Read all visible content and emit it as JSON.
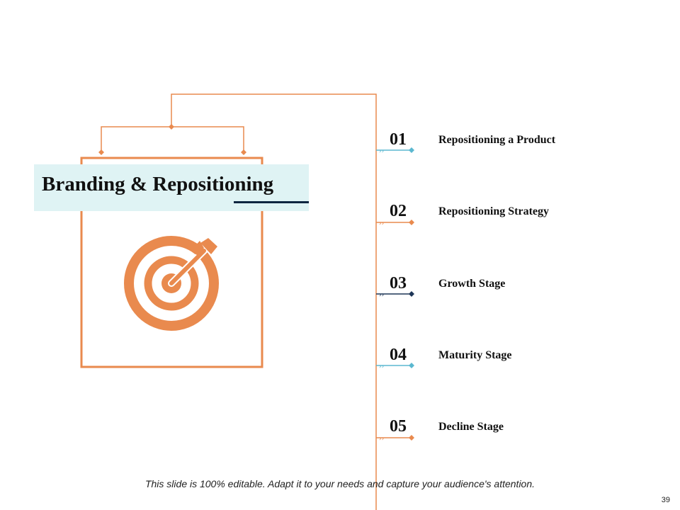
{
  "slide": {
    "title": "Branding & Repositioning",
    "items": [
      {
        "number": "01",
        "label": "Repositioning a Product",
        "color": "#5bb8d0"
      },
      {
        "number": "02",
        "label": "Repositioning Strategy",
        "color": "#e98a4e"
      },
      {
        "number": "03",
        "label": "Growth Stage",
        "color": "#1d3557"
      },
      {
        "number": "04",
        "label": "Maturity Stage",
        "color": "#5bb8d0"
      },
      {
        "number": "05",
        "label": "Decline Stage",
        "color": "#e98a4e"
      }
    ],
    "icon": "target-arrow-icon",
    "footer_note": "This slide is 100% editable. Adapt it to your needs and capture your audience's attention.",
    "page_number": "39"
  },
  "colors": {
    "accent": "#e98a4e",
    "title_bg": "#dff3f4",
    "underline": "#0d2640"
  }
}
